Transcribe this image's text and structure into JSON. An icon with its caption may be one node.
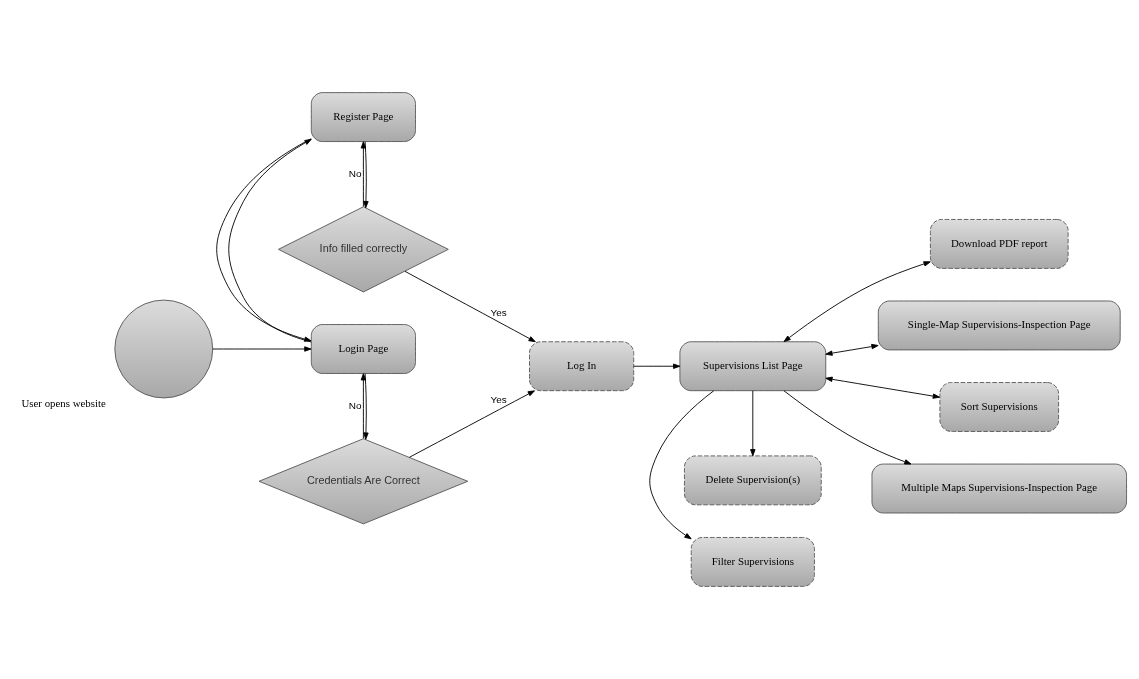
{
  "diagram": {
    "nodes": [
      {
        "text": [],
        "shape": "circle",
        "beside": [
          "User opens website"
        ]
      },
      {
        "text": [
          "Login Page"
        ]
      },
      {
        "text": [
          "Credentials Are Correct"
        ]
      },
      {
        "text": [
          "Register Page"
        ]
      },
      {
        "text": [
          "Info filled correctly"
        ]
      },
      {
        "text": [
          "Log In"
        ]
      },
      {
        "text": [
          "Supervisions List Page"
        ]
      },
      {
        "text": [
          "Delete Supervision(s)"
        ]
      },
      {
        "text": [
          "Download PDF report"
        ]
      },
      {
        "text": [
          "Single-Map Supervisions-Inspection Page"
        ]
      },
      {
        "text": [
          "Filter Supervisions"
        ]
      },
      {
        "text": [
          "Sort Supervisions"
        ]
      },
      {
        "text": [
          "Multiple Maps Supervisions-Inspection Page"
        ]
      }
    ],
    "edges": [
      {
        "from": 0,
        "to": 1,
        "arrow": "to"
      },
      {
        "from": 1,
        "to": 2,
        "arrow": "to"
      },
      {
        "from": 2,
        "to": 1,
        "arrow": "to",
        "label": "No"
      },
      {
        "from": 2,
        "to": 5,
        "arrow": "to",
        "label": "Yes"
      },
      {
        "from": 1,
        "to": 3,
        "arrow": "to"
      },
      {
        "from": 3,
        "to": 1,
        "arrow": "to"
      },
      {
        "from": 3,
        "to": 4,
        "arrow": "to"
      },
      {
        "from": 4,
        "to": 3,
        "arrow": "to",
        "label": "No"
      },
      {
        "from": 4,
        "to": 5,
        "arrow": "to",
        "label": "Yes"
      },
      {
        "from": 5,
        "to": 6,
        "arrow": "to"
      },
      {
        "from": 6,
        "to": 7,
        "arrow": "to"
      },
      {
        "from": 6,
        "to": 8,
        "arrow": "both"
      },
      {
        "from": 6,
        "to": 9,
        "arrow": "both"
      },
      {
        "from": 6,
        "to": 10,
        "arrow": "to"
      },
      {
        "from": 6,
        "to": 11,
        "arrow": "both"
      },
      {
        "from": 6,
        "to": 12,
        "arrow": "to"
      }
    ]
  }
}
